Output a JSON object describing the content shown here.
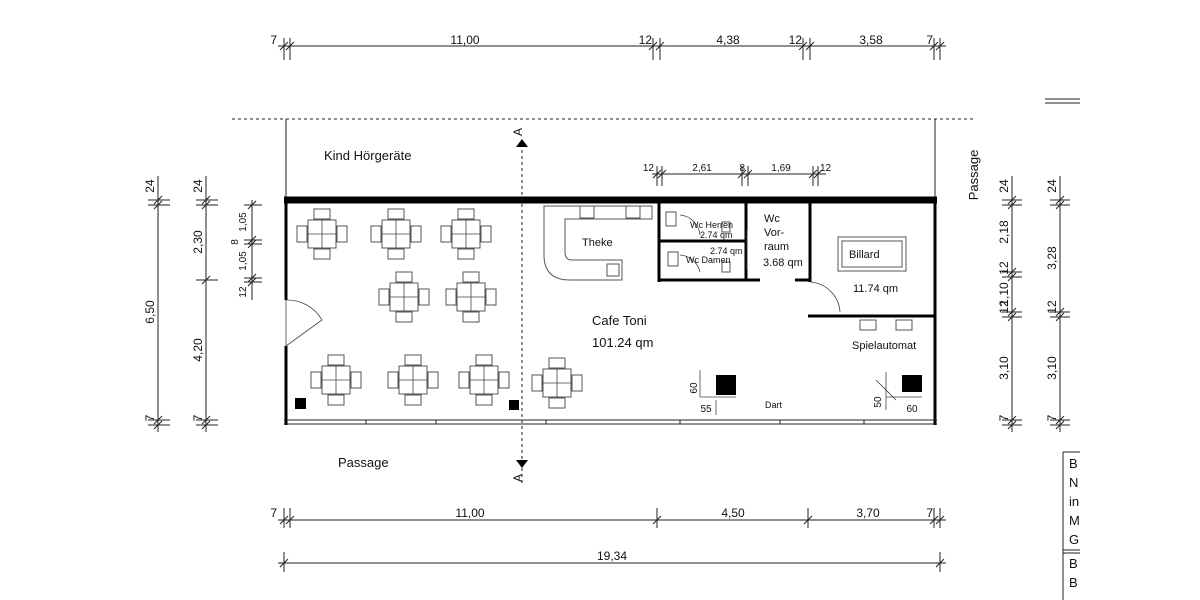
{
  "dimensions": {
    "top": [
      "7",
      "11,00",
      "12",
      "4,38",
      "12",
      "3,58",
      "7"
    ],
    "inner_top": [
      "12",
      "2,61",
      "8",
      "1,69",
      "12"
    ],
    "bottom": [
      "7",
      "11,00",
      "4,50",
      "3,70",
      "7"
    ],
    "total": "19,34",
    "left_outer": [
      "24",
      "6,50",
      "7"
    ],
    "left_mid": [
      "24",
      "2,30",
      "4,20",
      "7"
    ],
    "left_inner": [
      "1,05",
      "8",
      "1,05",
      "12"
    ],
    "right_a": [
      "24",
      "2,18",
      "12",
      "1,10",
      "12",
      "3,10",
      "7"
    ],
    "right_b": [
      "24",
      "3,28",
      "12",
      "3,10",
      "7"
    ],
    "dart_left": [
      "60",
      "55"
    ],
    "dart_right": [
      "50",
      "60"
    ]
  },
  "rooms": {
    "kind_hoergeraete": "Kind Hörgeräte",
    "passage_bottom": "Passage",
    "passage_right": "Passage",
    "theke": "Theke",
    "cafe_name": "Cafe Toni",
    "cafe_area": "101.24 qm",
    "wc_herren": "Wc Herren",
    "wc_herren_area": "2.74 qm",
    "wc_damen_area": "2.74 qm",
    "wc_damen": "Wc Damen",
    "vorraum_1": "Wc",
    "vorraum_2": "Vor-",
    "vorraum_3": "raum",
    "vorraum_area": "3.68 qm",
    "billard": "Billard",
    "billard_area": "11.74 qm",
    "spielautomat": "Spielautomat",
    "dart": "Dart"
  },
  "section_marker": "A",
  "title_block": [
    "B",
    "N",
    "in",
    "M",
    "G",
    "B",
    "B"
  ]
}
